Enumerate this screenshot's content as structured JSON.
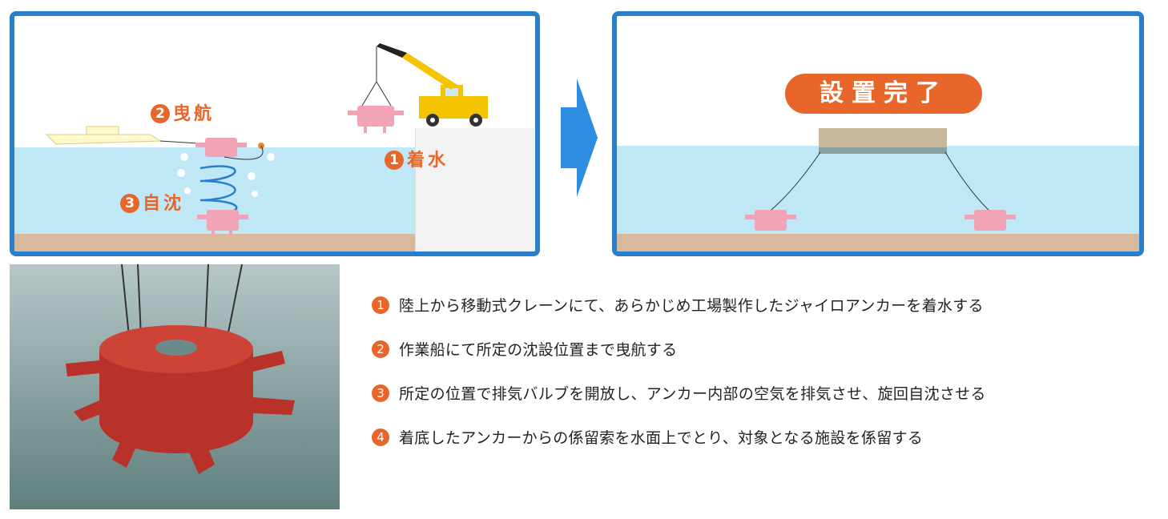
{
  "left_panel": {
    "step1": {
      "num": "1",
      "label": "着水"
    },
    "step2": {
      "num": "2",
      "label": "曳航"
    },
    "step3": {
      "num": "3",
      "label": "自沈"
    }
  },
  "right_panel": {
    "badge": "設置完了"
  },
  "steps": [
    {
      "num": "1",
      "text": "陸上から移動式クレーンにて、あらかじめ工場製作したジャイロアンカーを着水する"
    },
    {
      "num": "2",
      "text": "作業船にて所定の沈設位置まで曳航する"
    },
    {
      "num": "3",
      "text": "所定の位置で排気バルブを開放し、アンカー内部の空気を排気させ、旋回自沈させる"
    },
    {
      "num": "4",
      "text": "着底したアンカーからの係留索を水面上でとり、対象となる施設を係留する"
    }
  ],
  "colors": {
    "frame": "#2a7fcc",
    "accent": "#e8662a",
    "water": "#bfe7f5",
    "seabed": "#d9b99d",
    "anchor": "#f3a3b6"
  }
}
